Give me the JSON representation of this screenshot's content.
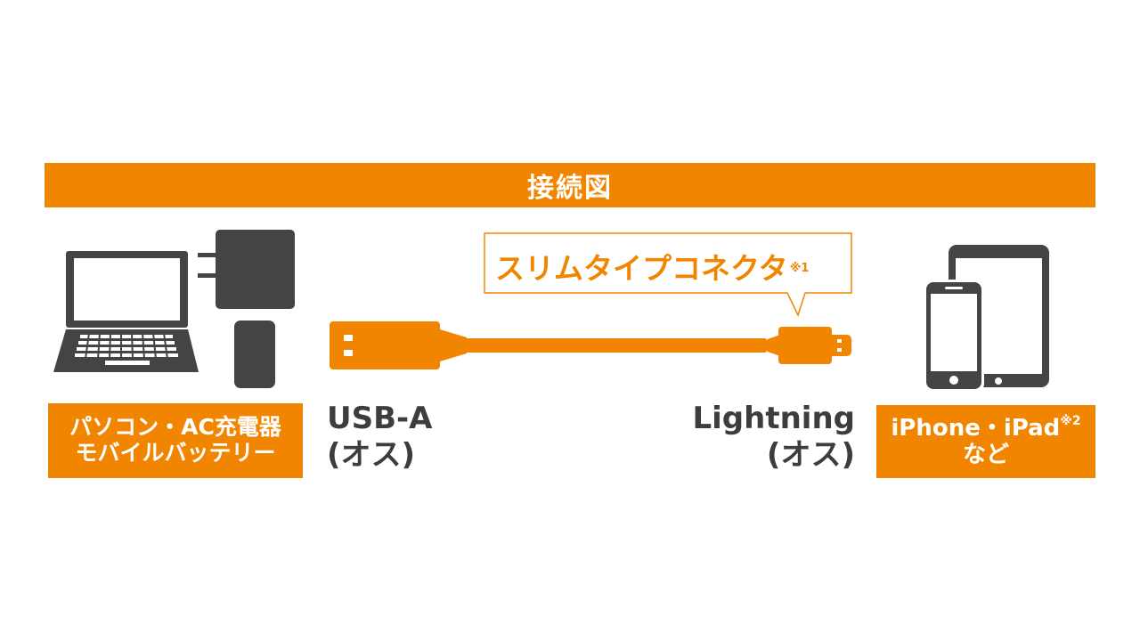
{
  "title": "接続図",
  "source_devices": {
    "line1": "パソコン・AC充電器",
    "line2": "モバイルバッテリー",
    "icons": [
      "laptop-icon",
      "ac-charger-icon",
      "mobile-battery-icon"
    ]
  },
  "usb_a": {
    "name": "USB-A",
    "type": "(オス)"
  },
  "lightning": {
    "name": "Lightning",
    "type": "(オス)"
  },
  "callout": {
    "text": "スリムタイプコネクタ",
    "note": "※1"
  },
  "target_devices": {
    "line1": "iPhone・iPad",
    "note": "※2",
    "line2": "など",
    "icons": [
      "iphone-icon",
      "ipad-icon"
    ]
  },
  "colors": {
    "accent": "#f28500",
    "device": "#444444",
    "text": "#3d3d3d"
  }
}
